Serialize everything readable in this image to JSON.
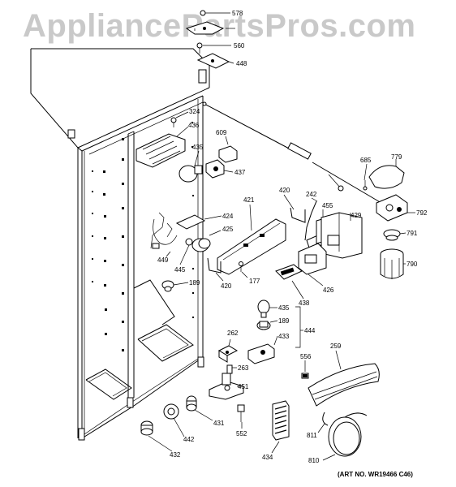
{
  "watermark": "AppliancePartsPros.com",
  "art_number": "(ART NO. WR19466 C46)",
  "parts": {
    "p578": "578",
    "p560": "560",
    "p448": "448",
    "p324": "324",
    "p436": "436",
    "p609": "609",
    "p435a": "435",
    "p437": "437",
    "p685": "685",
    "p779": "779",
    "p792": "792",
    "p421": "421",
    "p420a": "420",
    "p242": "242",
    "p455": "455",
    "p429": "429",
    "p424": "424",
    "p425": "425",
    "p791": "791",
    "p790": "790",
    "p449": "449",
    "p445": "445",
    "p420b": "420",
    "p177": "177",
    "p426": "426",
    "p438": "438",
    "p189a": "189",
    "p435b": "435",
    "p189b": "189",
    "p433": "433",
    "p444": "444",
    "p262": "262",
    "p263": "263",
    "p451": "451",
    "p259": "259",
    "p556": "556",
    "p431": "431",
    "p442": "442",
    "p552": "552",
    "p811": "811",
    "p432": "432",
    "p434": "434",
    "p810": "810"
  }
}
